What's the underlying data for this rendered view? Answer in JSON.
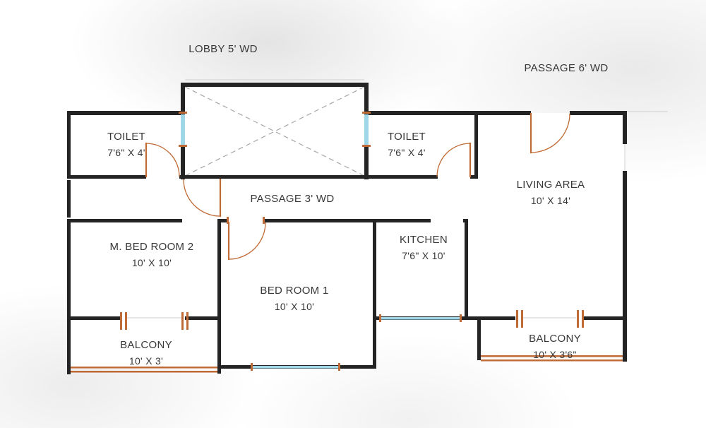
{
  "colors": {
    "wall": "#242424",
    "door": "#c06a35",
    "window": "#9fd6e8",
    "dash": "#a6a6a6",
    "text": "#383838",
    "background": "#ffffff"
  },
  "labels": {
    "lobby": "LOBBY 5' WD",
    "passage_top": "PASSAGE 6' WD",
    "passage_inner": "PASSAGE 3' WD"
  },
  "rooms": [
    {
      "id": "toilet-left",
      "name": "TOILET",
      "dims": "7'6\" X 4'"
    },
    {
      "id": "toilet-middle",
      "name": "TOILET",
      "dims": "7'6\" X 4'"
    },
    {
      "id": "living-area",
      "name": "LIVING AREA",
      "dims": "10' X 14'"
    },
    {
      "id": "master-bed-room-2",
      "name": "M. BED ROOM 2",
      "dims": "10' X 10'"
    },
    {
      "id": "kitchen",
      "name": "KITCHEN",
      "dims": "7'6\" X 10'"
    },
    {
      "id": "bed-room-1",
      "name": "BED ROOM 1",
      "dims": "10' X 10'"
    },
    {
      "id": "balcony-left",
      "name": "BALCONY",
      "dims": "10' X 3'"
    },
    {
      "id": "balcony-right",
      "name": "BALCONY",
      "dims": "10' X 3'6\""
    }
  ]
}
